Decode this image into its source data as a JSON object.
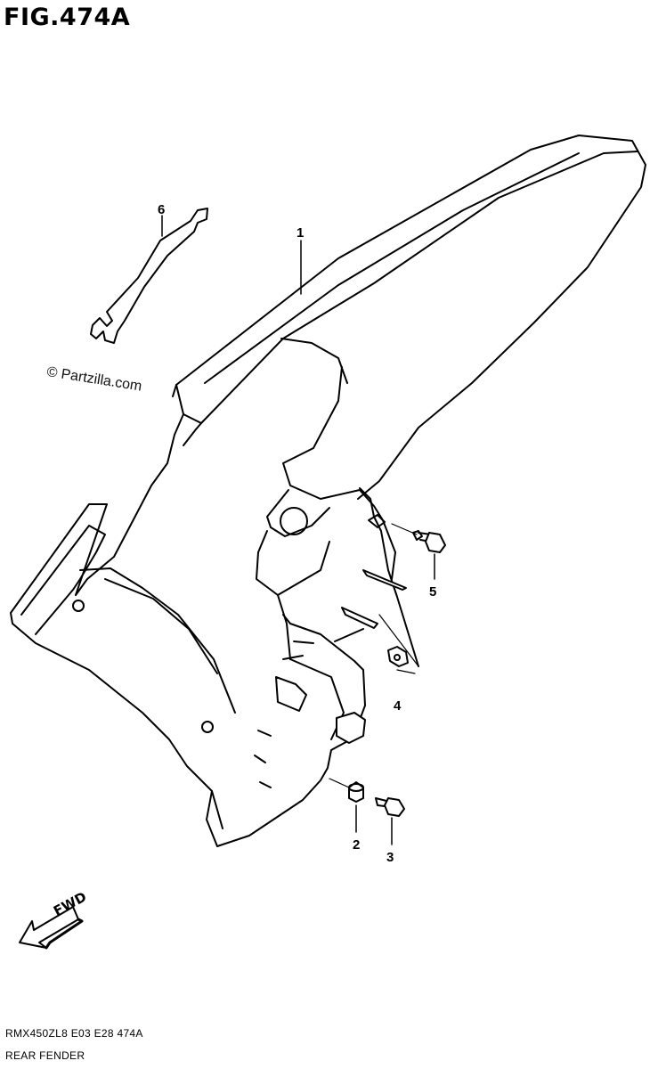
{
  "figure": {
    "title": "FIG.474A",
    "watermark": "© Partzilla.com",
    "footer_code": "RMX450ZL8  E03  E28  474A",
    "footer_name": "REAR FENDER",
    "fwd_label": "FWD"
  },
  "callouts": [
    {
      "id": "1",
      "label": "1"
    },
    {
      "id": "2",
      "label": "2"
    },
    {
      "id": "3",
      "label": "3"
    },
    {
      "id": "4",
      "label": "4"
    },
    {
      "id": "5",
      "label": "5"
    },
    {
      "id": "6",
      "label": "6"
    }
  ]
}
